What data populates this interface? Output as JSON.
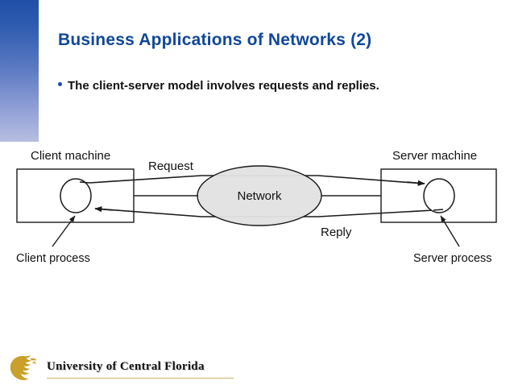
{
  "slide": {
    "title": "Business Applications of Networks (2)",
    "title_color": "#10479b",
    "bullets": [
      "The client-server model involves requests and replies."
    ]
  },
  "figure": {
    "name": "client-server-model-diagram",
    "client_machine_label": "Client machine",
    "server_machine_label": "Server machine",
    "network_label": "Network",
    "request_label": "Request",
    "reply_label": "Reply",
    "client_process_label": "Client process",
    "server_process_label": "Server process",
    "network_fill": "#e2e2e2",
    "stroke_color": "#1a1a1a"
  },
  "footer": {
    "organization": "University of Central Florida",
    "logo_color": "#c8a02a"
  }
}
